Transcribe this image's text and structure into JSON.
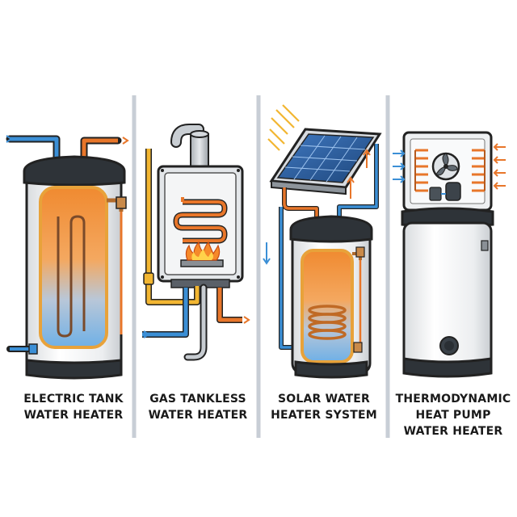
{
  "panels": [
    {
      "id": "electric-tank",
      "label_lines": [
        "ELECTRIC TANK",
        "WATER HEATER"
      ]
    },
    {
      "id": "gas-tankless",
      "label_lines": [
        "GAS TANKLESS",
        "WATER HEATER"
      ]
    },
    {
      "id": "solar",
      "label_lines": [
        "SOLAR WATER",
        "HEATER SYSTEM"
      ]
    },
    {
      "id": "heat-pump",
      "label_lines": [
        "THERMODYNAMIC",
        "HEAT PUMP",
        "WATER HEATER"
      ]
    }
  ],
  "colors": {
    "hot": "#e8762a",
    "cold": "#3b8fd6",
    "gas": "#f2b632",
    "outline": "#222222",
    "divider": "#c8ced6",
    "tank_body": "#f3f3f3",
    "tank_cap": "#2e3338",
    "hot_water": "#f39a45",
    "cold_water": "#8fc3ea",
    "solar_cell": "#2b5d9e"
  },
  "icons": [
    "flame-icon",
    "solar-panel-icon",
    "fan-icon",
    "arrow-icon"
  ]
}
